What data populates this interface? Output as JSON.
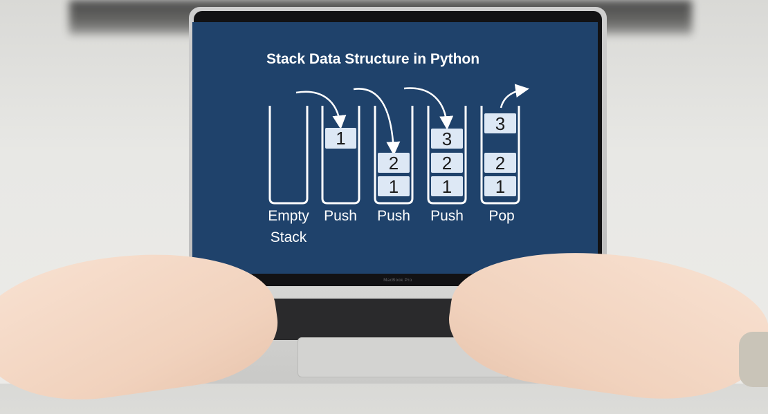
{
  "title": "Stack Data Structure in Python",
  "stacks": [
    {
      "label_lines": [
        "Empty",
        "Stack"
      ],
      "items": []
    },
    {
      "label_lines": [
        "Push"
      ],
      "items": [
        "1"
      ]
    },
    {
      "label_lines": [
        "Push"
      ],
      "items": [
        "1",
        "2"
      ]
    },
    {
      "label_lines": [
        "Push"
      ],
      "items": [
        "1",
        "2",
        "3"
      ]
    },
    {
      "label_lines": [
        "Pop"
      ],
      "items": [
        "1",
        "2",
        "3"
      ]
    }
  ],
  "laptop_brand": "MacBook Pro",
  "colors": {
    "screen": "#1f426b",
    "item_box": "#dde8f5",
    "text": "#ffffff"
  }
}
